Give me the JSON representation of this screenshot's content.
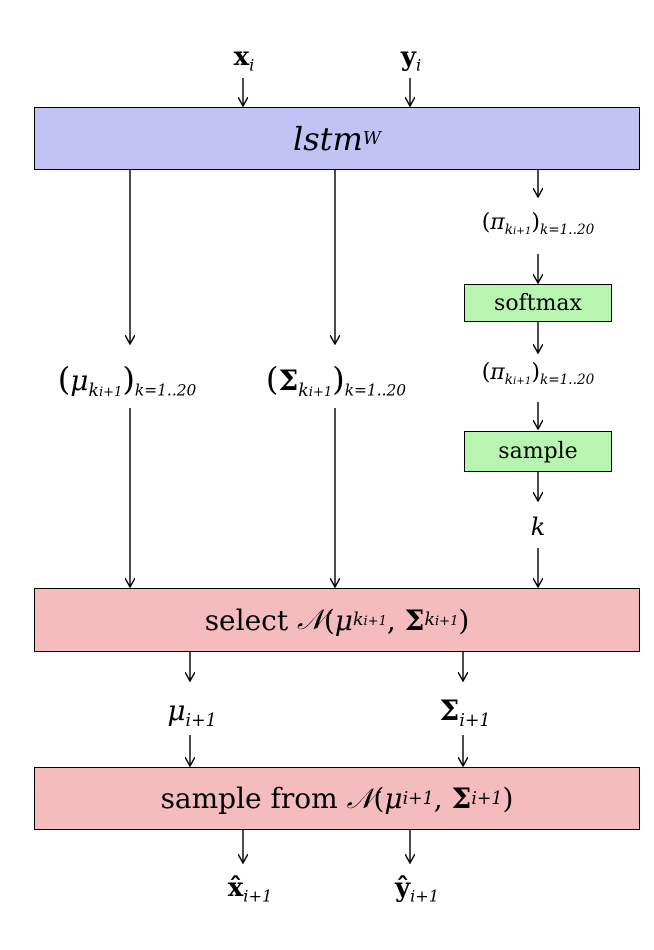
{
  "colors": {
    "lstm": "#c2c2f5",
    "op": "#b8f5b0",
    "gauss": "#f5bcbe"
  },
  "inputs": {
    "x_sym": "x",
    "x_sub": "i",
    "y_sym": "y",
    "y_sub": "i"
  },
  "lstm": {
    "name": "lstm",
    "sub": "W"
  },
  "pi_top": {
    "sym": "π",
    "k": "k",
    "ksub": "i+1",
    "range": "k=1..20"
  },
  "softmax": {
    "label": "softmax"
  },
  "pi_mid": {
    "sym": "π",
    "k": "k",
    "ksub": "i+1",
    "range": "k=1..20"
  },
  "sample_op": {
    "label": "sample"
  },
  "k_label": "k",
  "mu_all": {
    "sym": "μ",
    "k": "k",
    "ksub": "i+1",
    "range": "k=1..20"
  },
  "sigma_all": {
    "sym": "Σ",
    "k": "k",
    "ksub": "i+1",
    "range": "k=1..20"
  },
  "select_box": {
    "prefix": "select ",
    "N": "𝒩",
    "mu": "μ",
    "k": "k",
    "ksub": "i+1",
    "sigma": "Σ"
  },
  "mu_next": {
    "sym": "μ",
    "sub": "i+1"
  },
  "sigma_next": {
    "sym": "Σ",
    "sub": "i+1"
  },
  "sample_box": {
    "prefix": "sample from ",
    "N": "𝒩",
    "mu": "μ",
    "sigma": "Σ",
    "sub": "i+1"
  },
  "outputs": {
    "x_sym": "x̂",
    "x_sub": "i+1",
    "y_sym": "ŷ",
    "y_sub": "i+1"
  }
}
